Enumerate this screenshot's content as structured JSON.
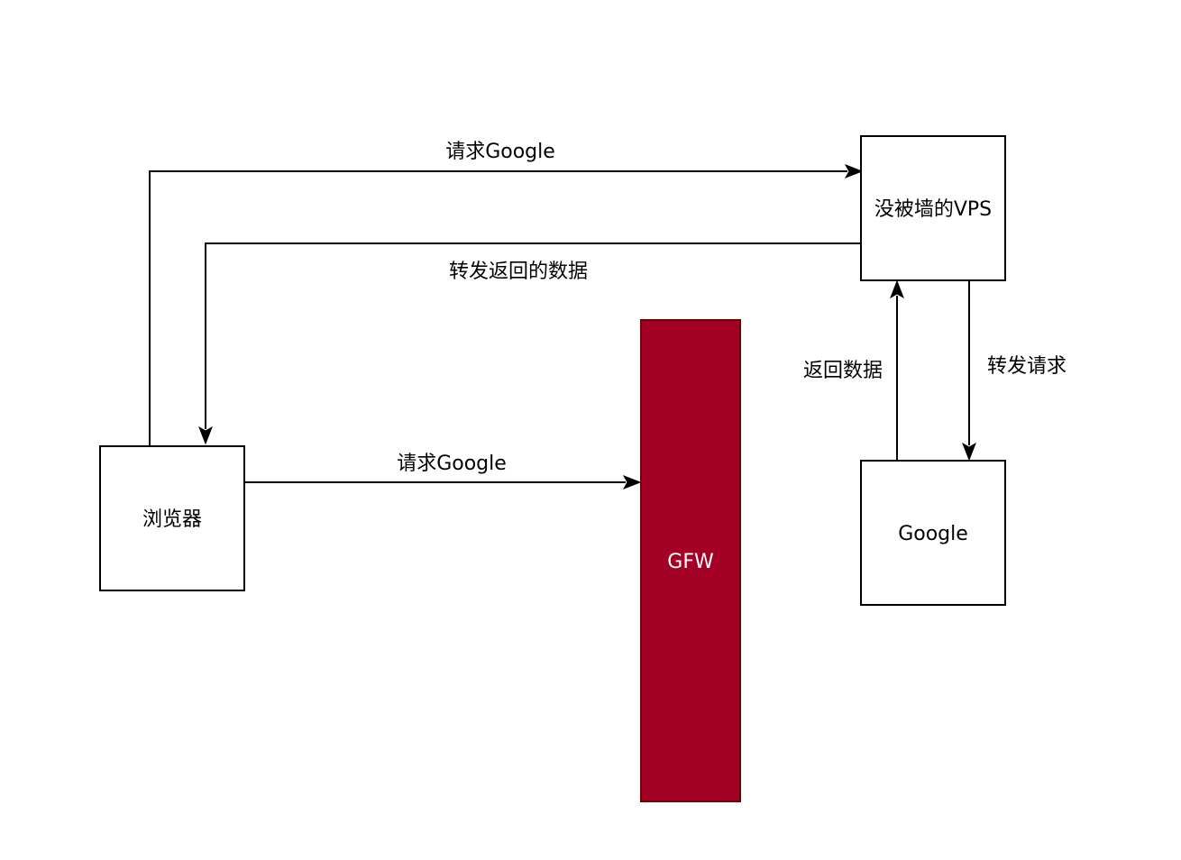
{
  "nodes": {
    "browser": "浏览器",
    "gfw": "GFW",
    "vps": "没被墙的VPS",
    "google": "Google"
  },
  "edges": {
    "browser_to_gfw": "请求Google",
    "browser_to_vps": "请求Google",
    "vps_to_browser": "转发返回的数据",
    "vps_to_google": "转发请求",
    "google_to_vps": "返回数据"
  },
  "colors": {
    "gfw_fill": "#a20025",
    "gfw_text": "#ffffff",
    "line": "#000000"
  }
}
